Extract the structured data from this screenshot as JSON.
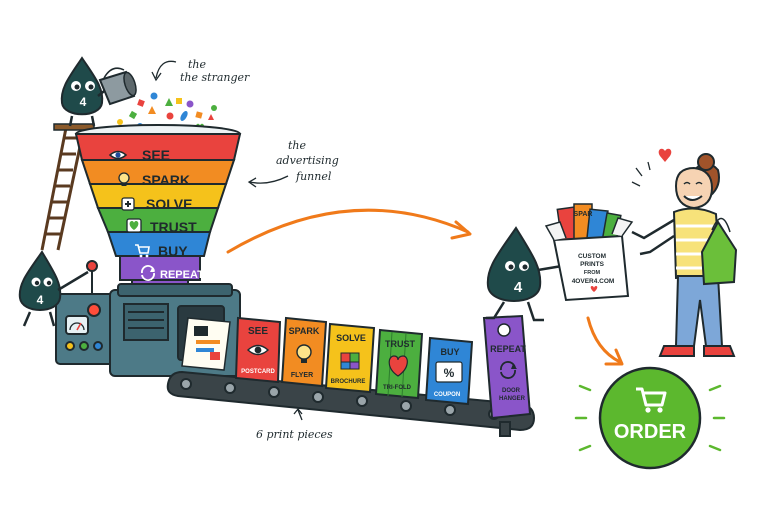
{
  "colors": {
    "ink": "#1f2a2e",
    "drop": "#1f4a4a",
    "see": "#e9433e",
    "spark": "#f28c22",
    "solve": "#f5c21b",
    "trust": "#4caf3f",
    "buy": "#2f86d6",
    "repeat": "#8a55c9",
    "arrow": "#f07a1a",
    "order": "#5cb82e",
    "machine": "#4d7a87",
    "belt": "#3a4448"
  },
  "annotations": {
    "stranger": "the stranger",
    "funnel_line1": "the",
    "funnel_line2": "advertising",
    "funnel_line3": "funnel",
    "print_pieces": "6 print pieces"
  },
  "funnel_stages": [
    {
      "label": "SEE",
      "icon": "eye-icon",
      "color": "#e9433e"
    },
    {
      "label": "SPARK",
      "icon": "lightbulb-icon",
      "color": "#f28c22"
    },
    {
      "label": "SOLVE",
      "icon": "plus-icon",
      "color": "#f5c21b"
    },
    {
      "label": "TRUST",
      "icon": "heart-icon",
      "color": "#4caf3f"
    },
    {
      "label": "BUY",
      "icon": "cart-icon",
      "color": "#2f86d6"
    },
    {
      "label": "REPEAT",
      "icon": "cycle-icon",
      "color": "#8a55c9"
    }
  ],
  "print_pieces": [
    {
      "title": "SEE",
      "type": "POSTCARD",
      "icon": "eye-icon",
      "color": "#e9433e"
    },
    {
      "title": "SPARK",
      "type": "FLYER",
      "icon": "lightbulb-icon",
      "color": "#f28c22"
    },
    {
      "title": "SOLVE",
      "type": "BROCHURE",
      "icon": "puzzle-icon",
      "color": "#f5c21b"
    },
    {
      "title": "TRUST",
      "type": "TRI-FOLD",
      "icon": "heart-icon",
      "color": "#4caf3f"
    },
    {
      "title": "BUY",
      "type": "COUPON",
      "icon": "percent-icon",
      "color": "#2f86d6"
    },
    {
      "title": "REPEAT",
      "type": "DOOR HANGER",
      "type_line1": "DOOR",
      "type_line2": "HANGER",
      "icon": "cycle-icon",
      "color": "#8a55c9"
    }
  ],
  "mascot_number": "4",
  "box_label": {
    "line1": "CUSTOM",
    "line2": "PRINTS",
    "line3": "FROM",
    "line4": "4OVER4.COM"
  },
  "box_spine_text": "SPAR",
  "order_button": {
    "label": "ORDER",
    "icon": "cart-icon"
  }
}
